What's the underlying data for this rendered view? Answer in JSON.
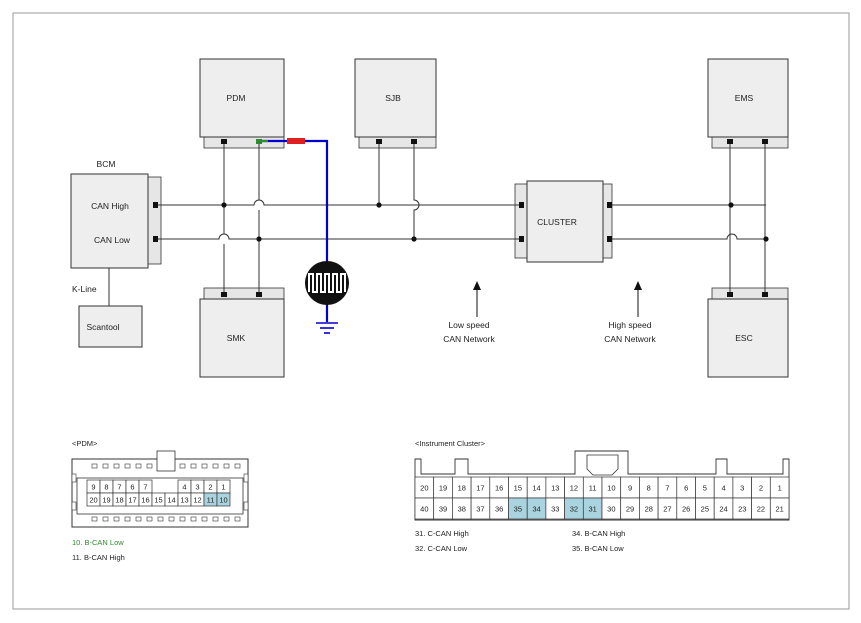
{
  "modules": {
    "pdm": "PDM",
    "sjb": "SJB",
    "ems": "EMS",
    "bcm": "BCM",
    "bcm_can_high": "CAN High",
    "bcm_can_low": "CAN Low",
    "cluster": "CLUSTER",
    "smk": "SMK",
    "esc": "ESC",
    "scantool": "Scantool"
  },
  "labels": {
    "k_line": "K-Line",
    "low_speed_line1": "Low speed",
    "low_speed_line2": "CAN Network",
    "high_speed_line1": "High speed",
    "high_speed_line2": "CAN Network"
  },
  "pdm_connector": {
    "title": "<PDM>",
    "top_row": [
      "9",
      "8",
      "7",
      "6",
      "7",
      "4",
      "3",
      "2",
      "1"
    ],
    "bottom_row": [
      "20",
      "19",
      "18",
      "17",
      "16",
      "15",
      "14",
      "13",
      "12",
      "11",
      "10"
    ],
    "highlighted": [
      "11",
      "10"
    ],
    "pins": [
      {
        "text": "10. B-CAN Low",
        "color": "#2e8b2e"
      },
      {
        "text": "11. B-CAN High",
        "color": "#222222"
      }
    ]
  },
  "cluster_connector": {
    "title": "<Instrument Cluster>",
    "top_row": [
      "20",
      "19",
      "18",
      "17",
      "16",
      "15",
      "14",
      "13",
      "12",
      "11",
      "10",
      "9",
      "8",
      "7",
      "6",
      "5",
      "4",
      "3",
      "2",
      "1"
    ],
    "bottom_row": [
      "40",
      "39",
      "38",
      "37",
      "36",
      "35",
      "34",
      "33",
      "32",
      "31",
      "30",
      "29",
      "28",
      "27",
      "26",
      "25",
      "24",
      "23",
      "22",
      "21"
    ],
    "highlighted": [
      "35",
      "34",
      "32",
      "31"
    ],
    "pins_left": [
      "31. C-CAN High",
      "32. C-CAN Low"
    ],
    "pins_right": [
      "34. B-CAN High",
      "35. B-CAN Low"
    ]
  },
  "colors": {
    "box_fill": "#eeeeee",
    "box_stroke": "#333333",
    "probe_wire": "#0000cc",
    "probe_green": "#2e8b2e",
    "probe_red": "#e02020",
    "pin_highlight": "#a9d3de",
    "low_pin_text": "#2e8b2e"
  },
  "icons": [
    "oscilloscope-icon",
    "ground-icon",
    "arrow-up-icon"
  ]
}
